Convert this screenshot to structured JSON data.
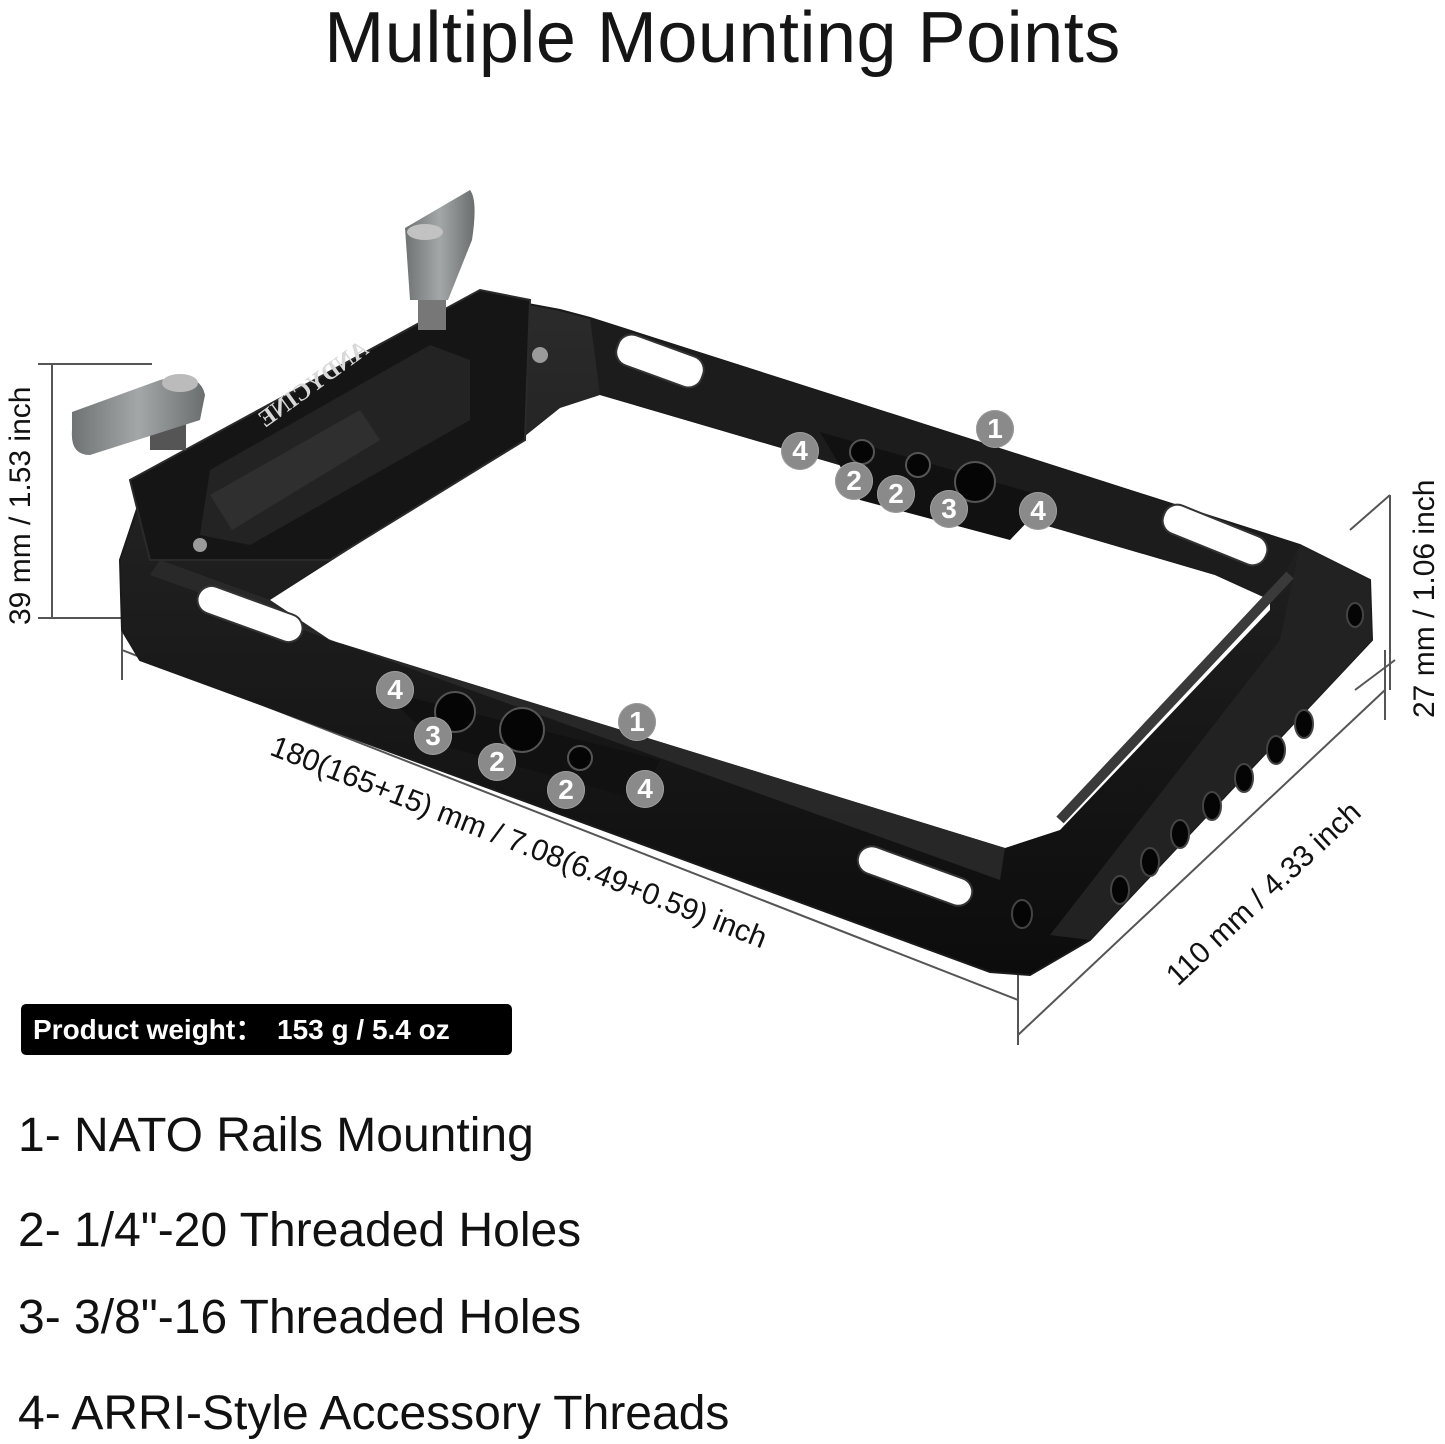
{
  "title": "Multiple Mounting Points",
  "product": {
    "brand_engraving": "ANDYCINE",
    "colors": {
      "body": "#0e0e0e",
      "body_edge": "#2a2a2a",
      "knob": "#8c9090",
      "callout": "#8a8a8a"
    }
  },
  "dimensions": {
    "height_left": "39 mm / 1.53 inch",
    "height_right": "27 mm / 1.06 inch",
    "length": "180(165+15) mm / 7.08(6.49+0.59) inch",
    "width": "110 mm / 4.33 inch"
  },
  "weight": {
    "label": "Product weight：",
    "value": "153 g / 5.4 oz"
  },
  "callouts": {
    "top_rail": [
      "1",
      "4",
      "2",
      "2",
      "3",
      "4"
    ],
    "front_rail": [
      "4",
      "3",
      "2",
      "2",
      "1",
      "4"
    ]
  },
  "legend": [
    {
      "number": "1-",
      "text": "NATO Rails Mounting"
    },
    {
      "number": "2-",
      "text": "1/4\"-20 Threaded Holes"
    },
    {
      "number": "3-",
      "text": "3/8\"-16 Threaded Holes"
    },
    {
      "number": "4-",
      "text": "ARRI-Style Accessory Threads"
    }
  ]
}
